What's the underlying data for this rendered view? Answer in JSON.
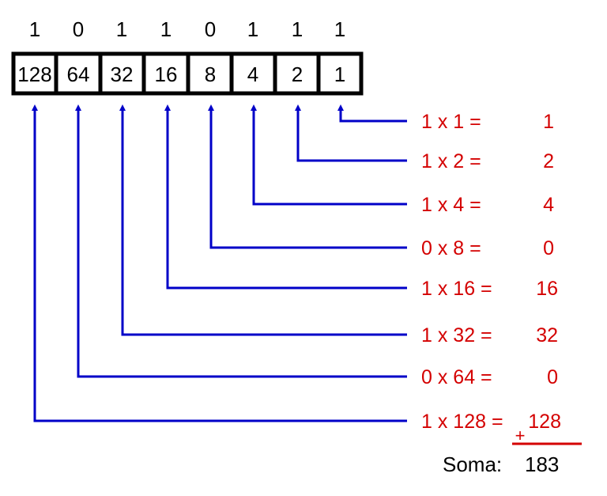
{
  "bits": [
    "1",
    "0",
    "1",
    "1",
    "0",
    "1",
    "1",
    "1"
  ],
  "cells": [
    "128",
    "64",
    "32",
    "16",
    "8",
    "4",
    "2",
    "1"
  ],
  "rows": [
    {
      "eq": "1 x 1 =",
      "res": "1"
    },
    {
      "eq": "1 x 2 =",
      "res": "2"
    },
    {
      "eq": "1 x 4 =",
      "res": "4"
    },
    {
      "eq": "0 x 8 =",
      "res": "0"
    },
    {
      "eq": "1 x 16 =",
      "res": "16"
    },
    {
      "eq": "1 x 32 =",
      "res": "32"
    },
    {
      "eq": "0 x 64 =",
      "res": "0"
    },
    {
      "eq": "1 x 128 =",
      "res": "128"
    }
  ],
  "plus_sign": "+",
  "sum_label": "Soma:",
  "sum_value": "183",
  "colors": {
    "arrow": "#0000c8",
    "result": "#d40000",
    "border": "#000000"
  }
}
